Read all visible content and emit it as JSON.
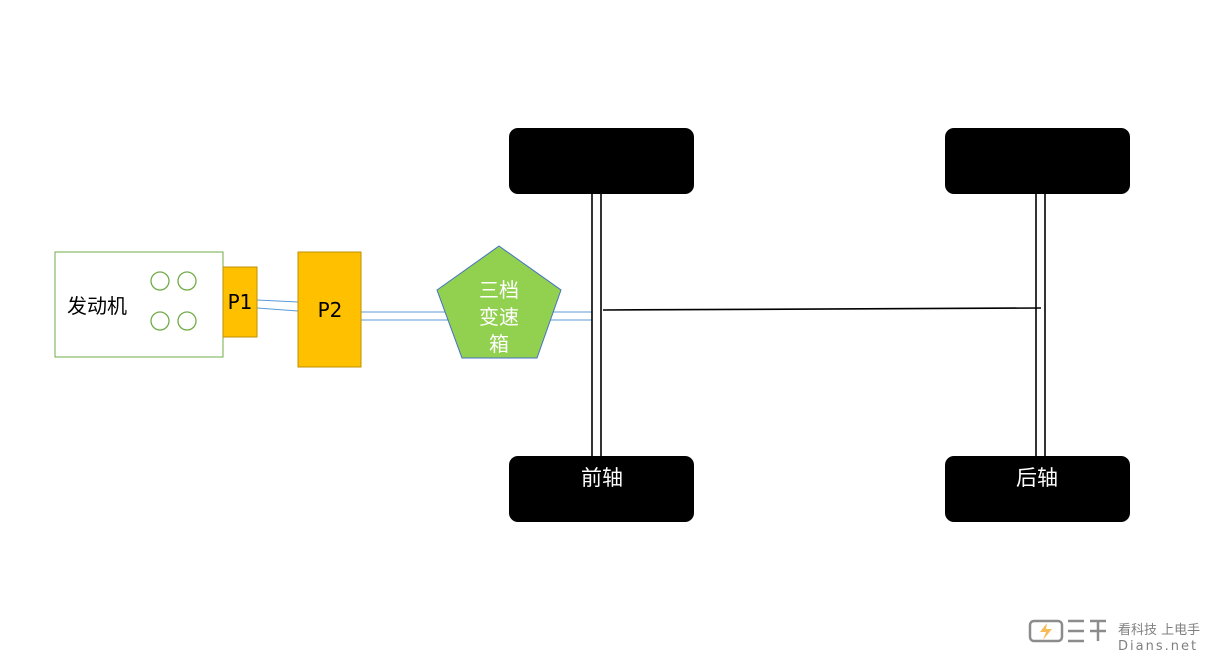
{
  "engine": {
    "label": "发动机"
  },
  "motor_p1": {
    "label": "P1"
  },
  "motor_p2": {
    "label": "P2"
  },
  "gearbox": {
    "label_line1": "三档",
    "label_line2": "变速",
    "label_line3": "箱"
  },
  "front_axle": {
    "label": "前轴"
  },
  "rear_axle": {
    "label": "后轴"
  },
  "watermark": {
    "line1": "看科技 上电手",
    "line2": "Dians.net"
  },
  "colors": {
    "engine_border": "#70ad47",
    "motor_fill": "#ffc000",
    "motor_border": "#bf9000",
    "gearbox_fill": "#92d050",
    "gearbox_border": "#4472c4",
    "shaft": "#5b9bd5",
    "wheel": "#000000"
  }
}
